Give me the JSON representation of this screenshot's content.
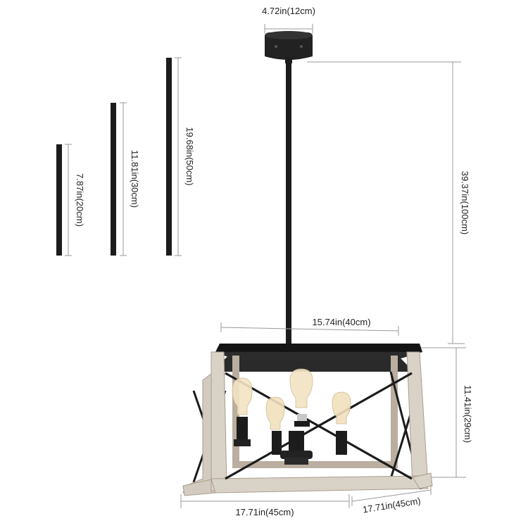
{
  "dimensions": {
    "canopy_width": "4.72in(12cm)",
    "rod_length": "39.37in(100cm)",
    "top_width": "15.74in(40cm)",
    "cage_height": "11.41in(29cm)",
    "bottom_width": "17.71in(45cm)",
    "bottom_depth": "17.71in(45cm)"
  },
  "extension_rods": [
    {
      "label": "7.87in(20cm)"
    },
    {
      "label": "11.81in(30cm)"
    },
    {
      "label": "19.68in(50cm)"
    }
  ],
  "colors": {
    "metal": "#1c1c1c",
    "wood_light": "#d9d2c7",
    "wood_dark": "#a89d8e",
    "bulb_glass": "#f3e4c4",
    "dimension_line": "#9a9a9a"
  }
}
